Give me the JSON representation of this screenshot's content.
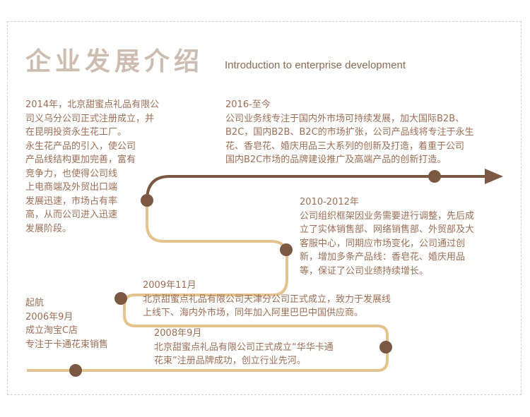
{
  "header": {
    "title": "企业发展介绍",
    "subtitle": "Introduction to enterprise development"
  },
  "colors": {
    "dark": "#7a5841",
    "light": "#e5c38f",
    "dot": "#7a5841",
    "text": "#9a6e55",
    "border": "#d6cfcf"
  },
  "milestones": {
    "m2014": {
      "lines": [
        "2014年，北京甜蜜点礼品有限公",
        "司义乌分公司正式注册成立，并",
        "在昆明投资永生花工厂。",
        "永生花产品的引入，使公司",
        "产品线结构更加完善，富有",
        "竞争力，也使得公司线",
        "上电商端及外贸出口端",
        "发展迅速，市场占有率",
        "高，从而公司进入迅速",
        "发展阶段。"
      ]
    },
    "m2016": {
      "year": "2016-至今",
      "lines": [
        "公司业务线专注于国内外市场可持续发展，加大国际B2B、",
        "B2C，国内B2B、B2C的市场扩张，公司产品线将专注于永生",
        "花、香皂花、婚庆用品三大系列的创新及打造，着重于公司",
        "国内B2C市场的品牌建设推广及高端产品的创新打造。"
      ]
    },
    "m2010": {
      "year": "2010-2012年",
      "lines": [
        "公司组织框架因业务需要进行调整，先后成",
        "立了实体销售部、网络销售部、外贸部及大",
        "客服中心，同期应市场变化，公司通过创",
        "新，增加多条产品线：香皂花、婚庆用品",
        "等，保证了公司业绩持续增长。"
      ]
    },
    "m2009": {
      "year": "2009年11月",
      "lines": [
        "北京甜蜜点礼品有限公司天津分公司正式成立，致力于发展线",
        "上线下、海内外市场，同年加入阿里巴巴中国供应商。"
      ]
    },
    "m2006": {
      "lines": [
        "起航",
        "2006年9月",
        "成立淘宝C店",
        "专注于卡通花束销售"
      ]
    },
    "m2008": {
      "year": "2008年9月",
      "lines": [
        "北京甜蜜点礼品有限公司正式成立“华华卡通",
        "花束”注册品牌成功，创立行业先河。"
      ]
    }
  }
}
